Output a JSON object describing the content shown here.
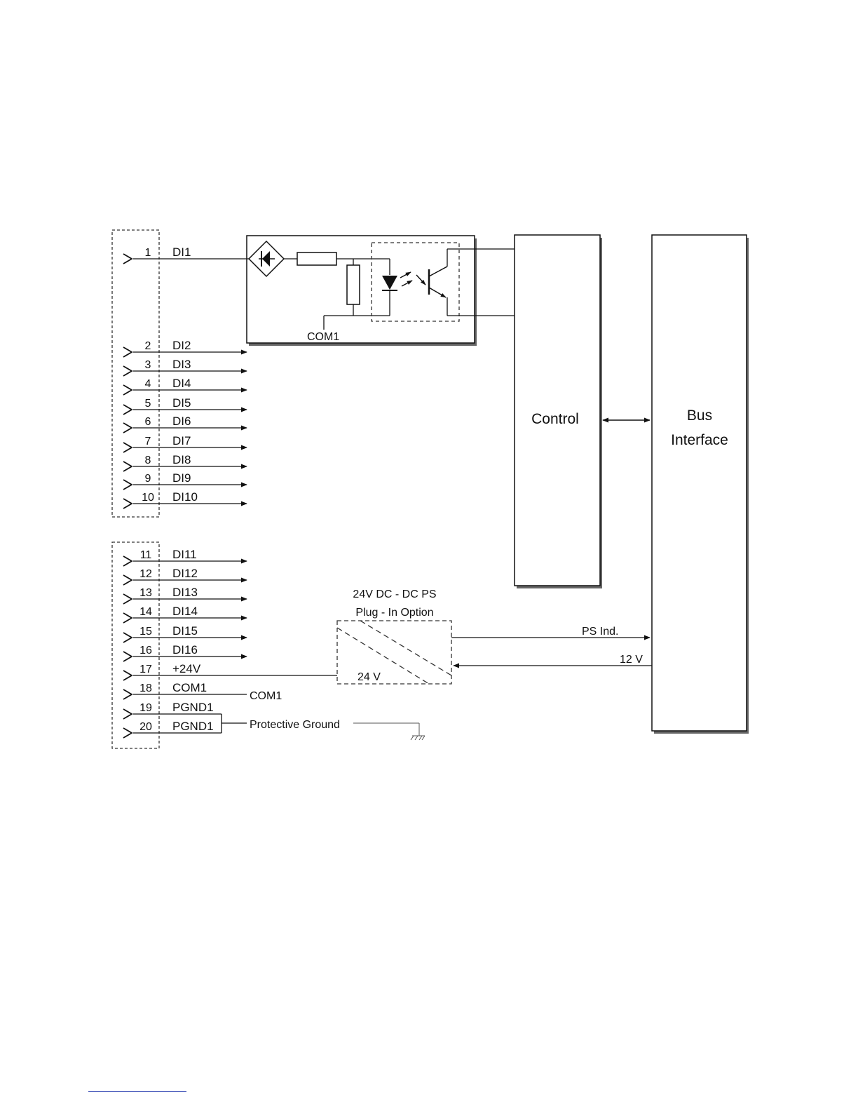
{
  "connector": {
    "top_pins": [
      {
        "num": "1",
        "signal": "DI1"
      },
      {
        "num": "2",
        "signal": "DI2"
      },
      {
        "num": "3",
        "signal": "DI3"
      },
      {
        "num": "4",
        "signal": "DI4"
      },
      {
        "num": "5",
        "signal": "DI5"
      },
      {
        "num": "6",
        "signal": "DI6"
      },
      {
        "num": "7",
        "signal": "DI7"
      },
      {
        "num": "8",
        "signal": "DI8"
      },
      {
        "num": "9",
        "signal": "DI9"
      },
      {
        "num": "10",
        "signal": "DI10"
      }
    ],
    "bottom_pins": [
      {
        "num": "11",
        "signal": "DI11"
      },
      {
        "num": "12",
        "signal": "DI12"
      },
      {
        "num": "13",
        "signal": "DI13"
      },
      {
        "num": "14",
        "signal": "DI14"
      },
      {
        "num": "15",
        "signal": "DI15"
      },
      {
        "num": "16",
        "signal": "DI16"
      },
      {
        "num": "17",
        "signal": "+24V"
      },
      {
        "num": "18",
        "signal": "COM1"
      },
      {
        "num": "19",
        "signal": "PGND1"
      },
      {
        "num": "20",
        "signal": "PGND1"
      }
    ]
  },
  "input_circuit": {
    "common_label": "COM1"
  },
  "blocks": {
    "control": "Control",
    "bus_line1": "Bus",
    "bus_line2": "Interface"
  },
  "power_supply": {
    "title_line1": "24V  DC  - DC PS",
    "title_line2": "Plug - In Option",
    "input_label": "24 V",
    "ps_ind_label": "PS  Ind.",
    "v12_label": "12 V"
  },
  "wiring": {
    "com1_label": "COM1",
    "protective_ground_label": "Protective Ground"
  }
}
